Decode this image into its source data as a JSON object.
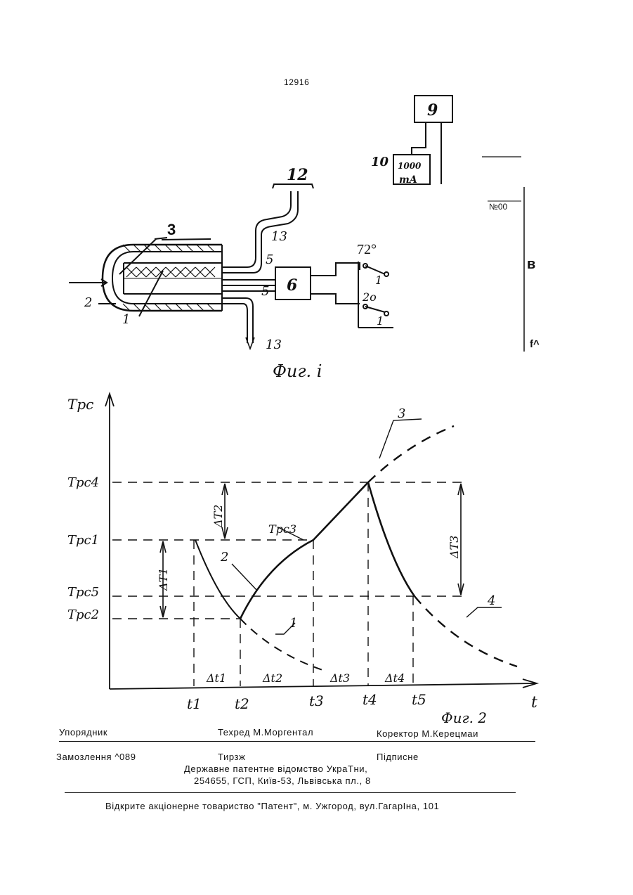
{
  "page_number": "12916",
  "figure1": {
    "caption": "Фиг. і",
    "labels": {
      "n12": "12",
      "n13_top": "13",
      "n13_bottom": "13",
      "n3": "3",
      "n5_top": "5",
      "n5_bottom": "5",
      "n6": "6",
      "n2": "2",
      "n1": "1",
      "temp": "72°",
      "sw1_top": "1",
      "sw_mid": "2о",
      "sw1_bottom": "1",
      "n9": "9",
      "n10": "10",
      "meter_top": "1000",
      "meter_unit": "mA",
      "no": "№00",
      "side_b": "в",
      "side_f": "f^"
    }
  },
  "figure2": {
    "caption": "Фиг. 2",
    "y_axis_label": "Tpc",
    "x_axis_label": "t",
    "y_ticks": [
      "Tpc4",
      "Tpc1",
      "Tpc5",
      "Tpc2"
    ],
    "x_ticks": [
      "t1",
      "t2",
      "t3",
      "t4",
      "t5"
    ],
    "intervals": [
      "Δt1",
      "Δt2",
      "Δt3",
      "Δt4"
    ],
    "deltas": [
      "ΔT1",
      "ΔT2",
      "ΔT3"
    ],
    "point_label": "Tpc3",
    "curve_labels": [
      "1",
      "2",
      "3",
      "4"
    ]
  },
  "chart_data": {
    "type": "line",
    "x_categories": [
      "t1",
      "t2",
      "t3",
      "t4",
      "t5"
    ],
    "y_levels": [
      "Tpc2",
      "Tpc5",
      "Tpc1",
      "Tpc4"
    ],
    "series": [
      {
        "name": "1",
        "points": [
          [
            "t1",
            "Tpc1"
          ],
          [
            "t2",
            "Tpc2"
          ]
        ],
        "style": "solid-then-dashed"
      },
      {
        "name": "2",
        "points": [
          [
            "t2",
            "Tpc2"
          ],
          [
            "t3",
            "Tpc3"
          ],
          [
            "t4",
            "Tpc4"
          ]
        ],
        "style": "solid"
      },
      {
        "name": "3",
        "points": [
          [
            "t4",
            "Tpc4"
          ]
        ],
        "style": "dashed-continuation"
      },
      {
        "name": "4",
        "points": [
          [
            "t4",
            "Tpc4"
          ],
          [
            "t5",
            "Tpc5"
          ]
        ],
        "style": "solid-then-dashed"
      }
    ],
    "grid": false
  },
  "footer": {
    "compiler_label": "Упорядник",
    "techred": "Техред М.Моргентал",
    "corrector": "Коректор   М.Керецмаи",
    "order": "Замозлення ^089",
    "circulation": "Тирзж",
    "signed": "Підписне",
    "agency": "Державне патентне відомство УкраТни,",
    "address": "254655, ГСП, Київ-53, Львівська пл., 8",
    "printer": "Відкрите акціонерне товариство   \"Патент\", м. Ужгород, вул.ГагарІна, 101"
  }
}
